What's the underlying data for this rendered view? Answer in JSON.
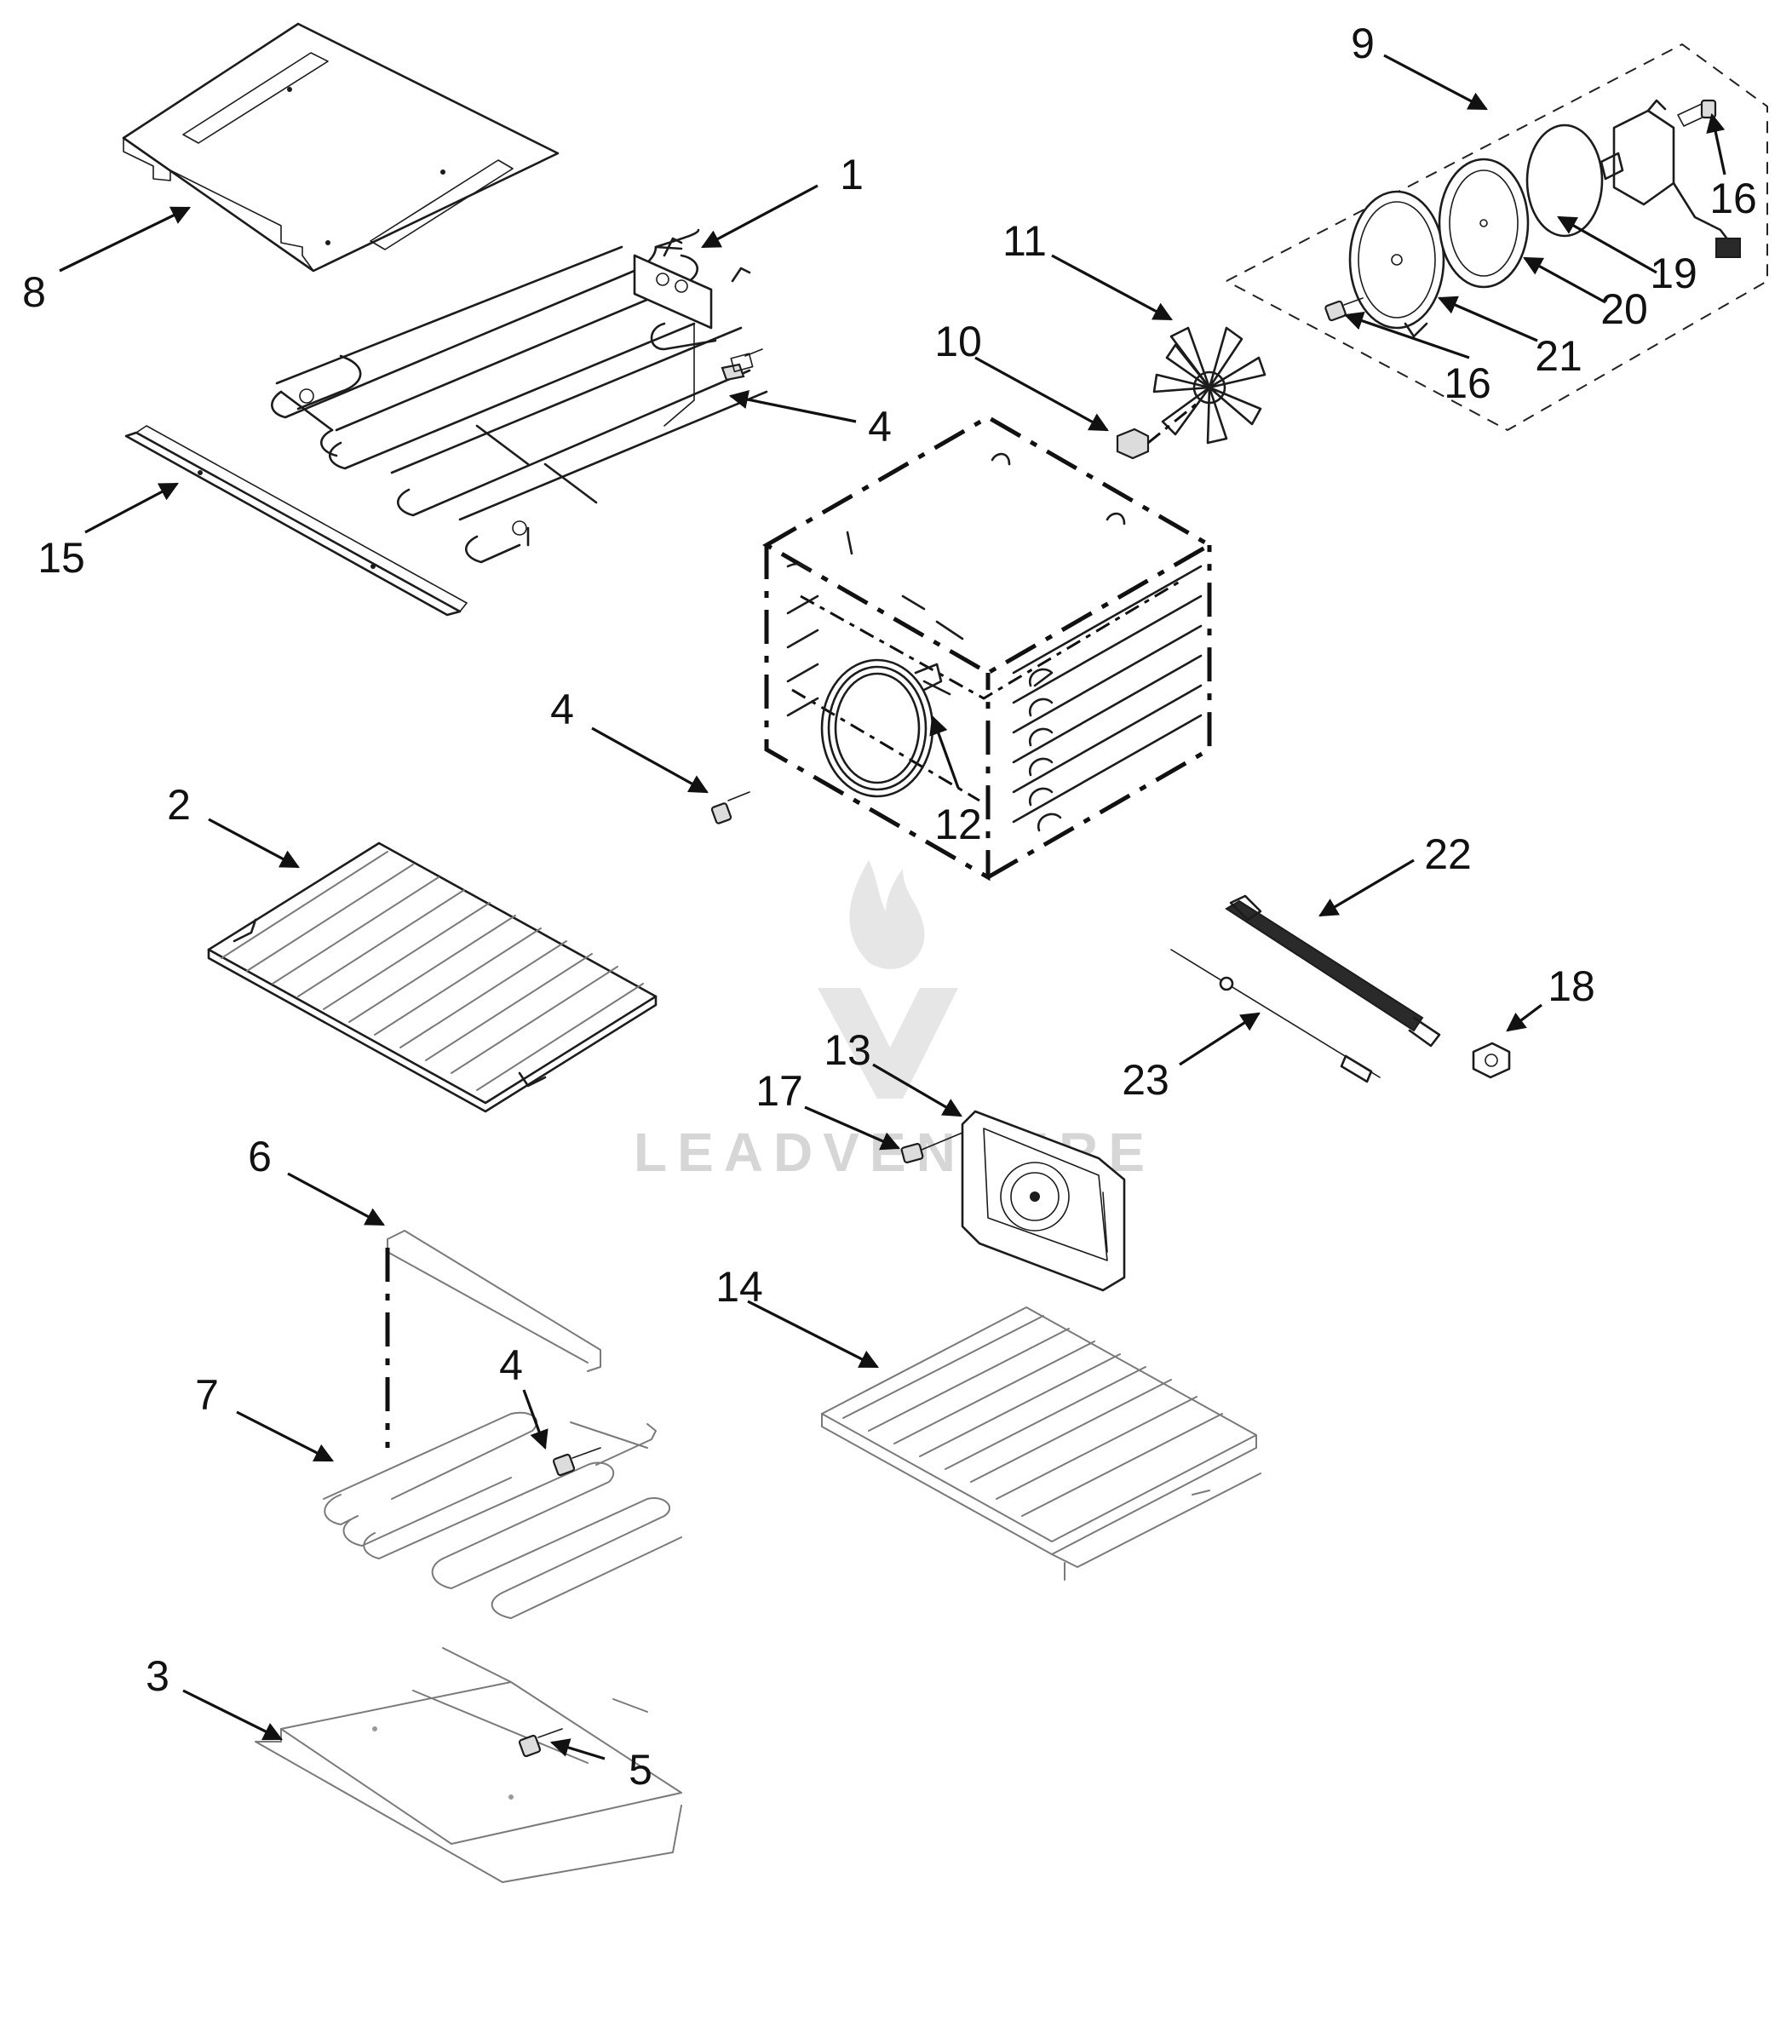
{
  "diagram": {
    "callouts": [
      {
        "id": "1",
        "label": "1"
      },
      {
        "id": "2",
        "label": "2"
      },
      {
        "id": "3",
        "label": "3"
      },
      {
        "id": "4a",
        "label": "4"
      },
      {
        "id": "4b",
        "label": "4"
      },
      {
        "id": "4c",
        "label": "4"
      },
      {
        "id": "5",
        "label": "5"
      },
      {
        "id": "6",
        "label": "6"
      },
      {
        "id": "7",
        "label": "7"
      },
      {
        "id": "8",
        "label": "8"
      },
      {
        "id": "9",
        "label": "9"
      },
      {
        "id": "10",
        "label": "10"
      },
      {
        "id": "11",
        "label": "11"
      },
      {
        "id": "12",
        "label": "12"
      },
      {
        "id": "13",
        "label": "13"
      },
      {
        "id": "14",
        "label": "14"
      },
      {
        "id": "15",
        "label": "15"
      },
      {
        "id": "16a",
        "label": "16"
      },
      {
        "id": "16b",
        "label": "16"
      },
      {
        "id": "17",
        "label": "17"
      },
      {
        "id": "18",
        "label": "18"
      },
      {
        "id": "19",
        "label": "19"
      },
      {
        "id": "20",
        "label": "20"
      },
      {
        "id": "21",
        "label": "21"
      },
      {
        "id": "22",
        "label": "22"
      },
      {
        "id": "23",
        "label": "23"
      }
    ],
    "watermark": "LEADVENTURE"
  }
}
